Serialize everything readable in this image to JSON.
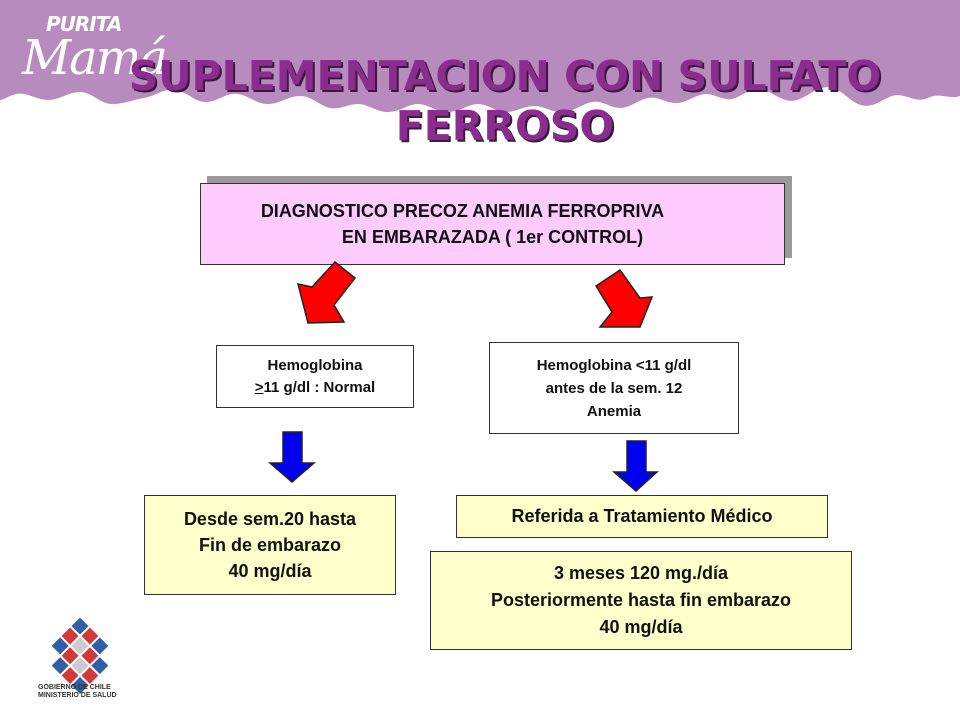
{
  "brand": {
    "line1": "PURITA",
    "line2": "Mamá"
  },
  "title": {
    "line1": "SUPLEMENTACION CON SULFATO",
    "line2": "FERROSO"
  },
  "diagnostic": {
    "line1": "DIAGNOSTICO PRECOZ ANEMIA FERROPRIVA",
    "line2": "EN  EMBARAZADA ( 1er CONTROL)"
  },
  "normal": {
    "line1": "Hemoglobina",
    "line2": ">11 g/dl : Normal"
  },
  "anemia": {
    "line1": "Hemoglobina <11 g/dl",
    "line2": "antes de la sem. 12",
    "line3": "Anemia"
  },
  "normal_treatment": {
    "line1": "Desde sem.20 hasta",
    "line2": "Fin de embarazo",
    "line3": "40 mg/día"
  },
  "referral": {
    "label": "Referida a Tratamiento Médico"
  },
  "anemia_treatment": {
    "line1": "3 meses 120 mg./día",
    "line2": "Posteriormente hasta fin embarazo",
    "line3": "40 mg/día"
  },
  "government": {
    "line1": "GOBIERNO DE CHILE",
    "line2": "MINISTERIO DE SALUD"
  },
  "colors": {
    "header_bg": "#b88bbf",
    "title": "#8a2d8e",
    "pink_box": "#ffccff",
    "yellow_box": "#ffffcc",
    "red_arrow": "#ff0000",
    "blue_arrow": "#0000ee"
  }
}
